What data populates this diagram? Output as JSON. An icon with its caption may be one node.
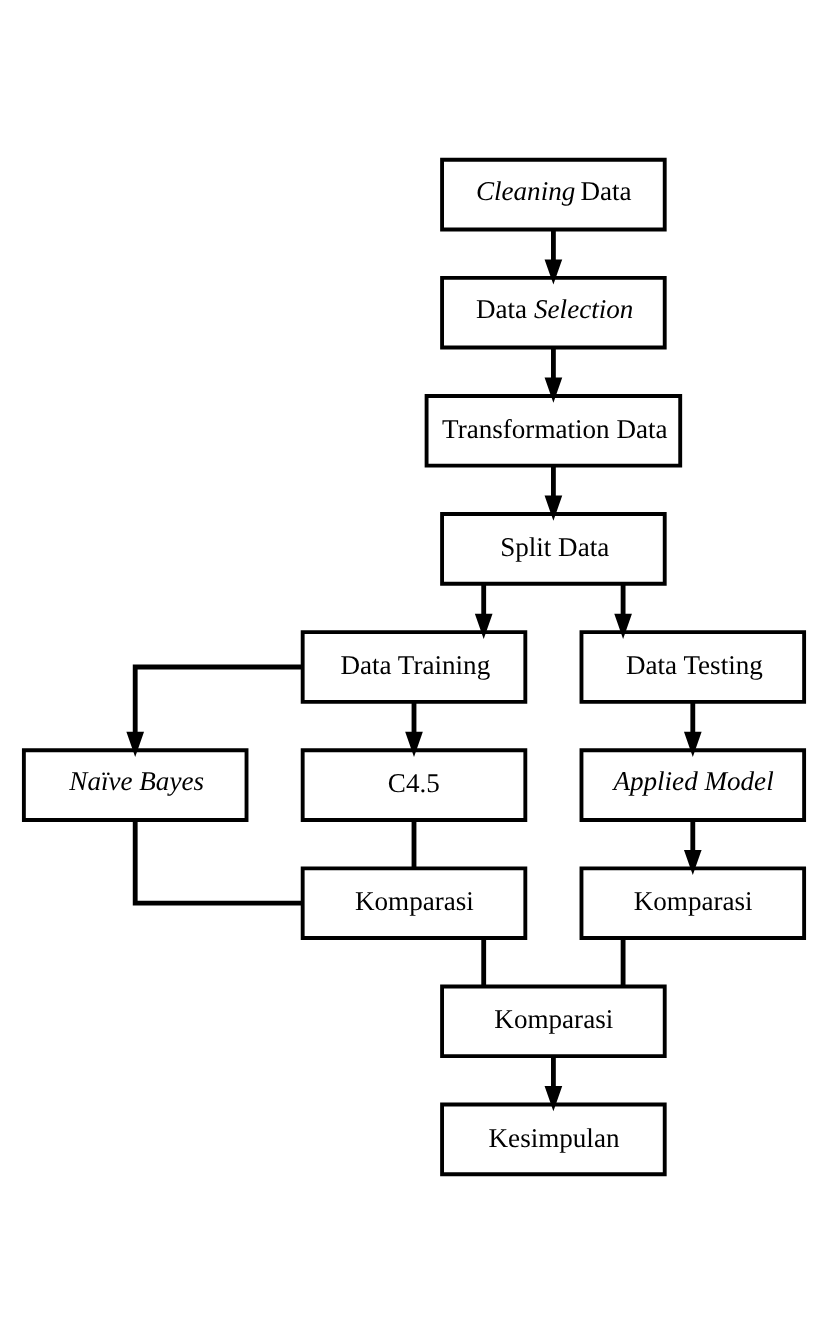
{
  "diagram": {
    "nodes": [
      {
        "text": [
          "*Cleaning* Data"
        ]
      },
      {
        "text": [
          "Data *Selection*"
        ]
      },
      {
        "text": [
          "Transformation Data"
        ]
      },
      {
        "text": [
          "Split Data"
        ]
      },
      {
        "text": [
          "Data Training"
        ]
      },
      {
        "text": [
          "Data Testing"
        ]
      },
      {
        "text": [
          "*Naïve Bayes*"
        ]
      },
      {
        "text": [
          "C4.5"
        ]
      },
      {
        "text": [
          "*Applied Model*"
        ]
      },
      {
        "text": [
          "Komparasi"
        ]
      },
      {
        "text": [
          "Komparasi"
        ]
      },
      {
        "text": [
          "Komparasi"
        ]
      },
      {
        "text": [
          "Kesimpulan"
        ]
      }
    ],
    "edges": [
      {
        "from": 0,
        "to": 1,
        "arrow": "to"
      },
      {
        "from": 1,
        "to": 2,
        "arrow": "to"
      },
      {
        "from": 2,
        "to": 3,
        "arrow": "to"
      },
      {
        "from": 3,
        "to": 4,
        "arrow": "to"
      },
      {
        "from": 3,
        "to": 5,
        "arrow": "to"
      },
      {
        "from": 4,
        "to": 6,
        "arrow": "to"
      },
      {
        "from": 4,
        "to": 7,
        "arrow": "to"
      },
      {
        "from": 5,
        "to": 8,
        "arrow": "to"
      },
      {
        "from": 8,
        "to": 10,
        "arrow": "to"
      },
      {
        "from": 6,
        "to": 9,
        "arrow": "none"
      },
      {
        "from": 7,
        "to": 9,
        "arrow": "none"
      },
      {
        "from": 9,
        "to": 11,
        "arrow": "none"
      },
      {
        "from": 10,
        "to": 11,
        "arrow": "none"
      },
      {
        "from": 11,
        "to": 12,
        "arrow": "to"
      }
    ]
  }
}
